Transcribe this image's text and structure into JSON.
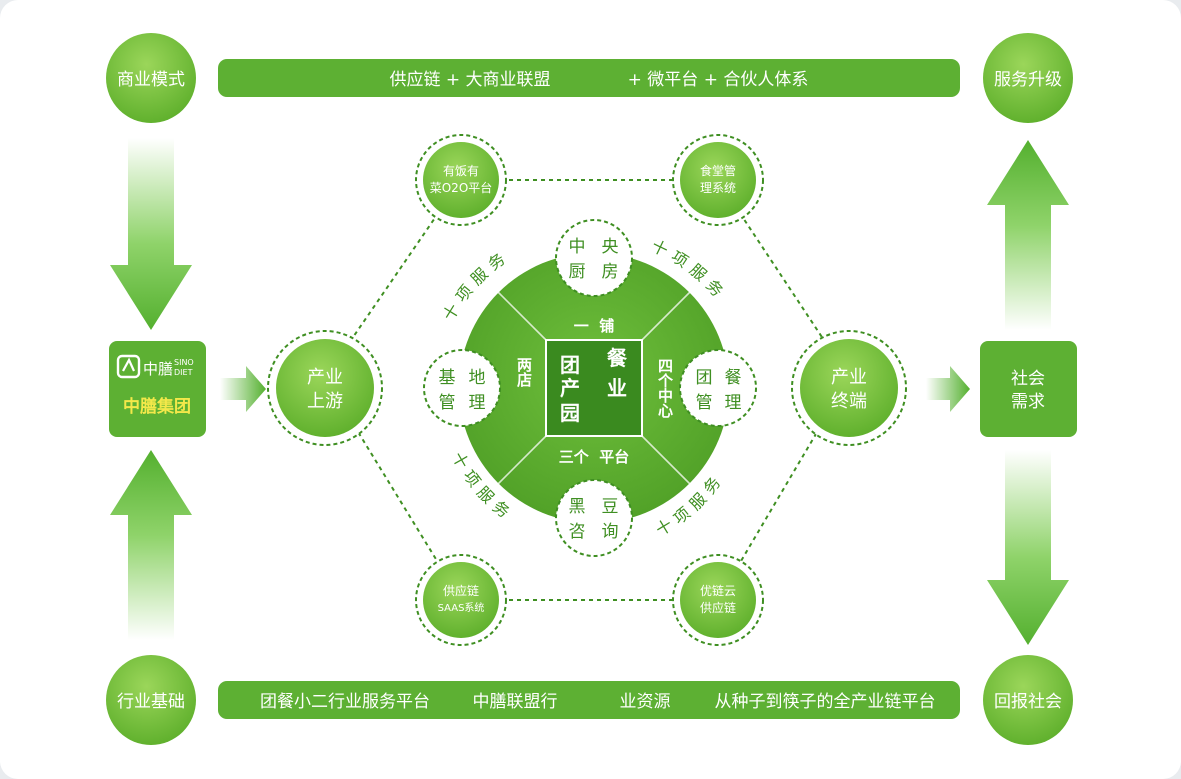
{
  "corners": {
    "top_left": "商业模式",
    "top_right": "服务升级",
    "bottom_left": "行业基础",
    "bottom_right": "回报社会"
  },
  "banners": {
    "top": [
      "供应链 + 大商业联盟",
      "+ 微平台 + 合伙人体系"
    ],
    "bottom": [
      "团餐小二行业服务平台",
      "中膳联盟行",
      "业资源",
      "从种子到筷子的全产业链平台"
    ]
  },
  "logo": {
    "brand_cn": "中膳",
    "brand_en_1": "SINO",
    "brand_en_2": "DIET",
    "company": "中膳集团"
  },
  "society": [
    "社会",
    "需求"
  ],
  "hexagon": {
    "upstream": [
      "产业",
      "上游"
    ],
    "terminal": [
      "产业",
      "终端"
    ],
    "top_left": [
      "有饭有",
      "菜O2O平台"
    ],
    "top_right": [
      "食堂管",
      "理系统"
    ],
    "bottom_left": [
      "供应链",
      "SAAS系统"
    ],
    "bottom_right": [
      "优链云",
      "供应链"
    ]
  },
  "wheel": {
    "center": [
      "团",
      "餐",
      "产",
      "业",
      "园"
    ],
    "top": "一  铺",
    "left": "两店",
    "right": "四个中心",
    "bottom": "三个  平台",
    "nodes": {
      "top": [
        "中",
        "央",
        "厨",
        "房"
      ],
      "left": [
        "基",
        "地",
        "管",
        "理"
      ],
      "right": [
        "团",
        "餐",
        "管",
        "理"
      ],
      "bottom": [
        "黑",
        "豆",
        "咨",
        "询"
      ]
    },
    "arcs": [
      "十项服务",
      "十项服务",
      "十项服务",
      "十项服务"
    ]
  }
}
